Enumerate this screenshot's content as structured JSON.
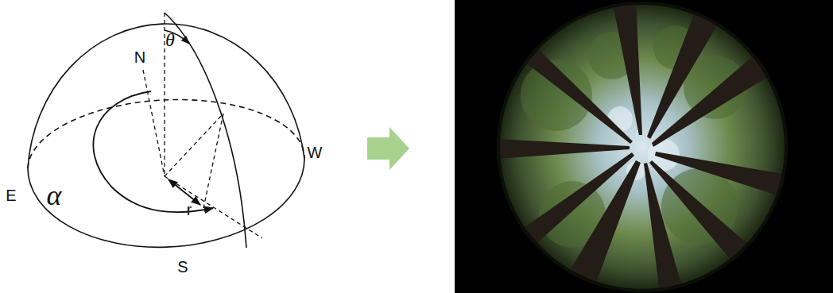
{
  "diagram": {
    "labels": [
      "N",
      "θ",
      "E",
      "α",
      "r",
      "W",
      "S"
    ]
  }
}
